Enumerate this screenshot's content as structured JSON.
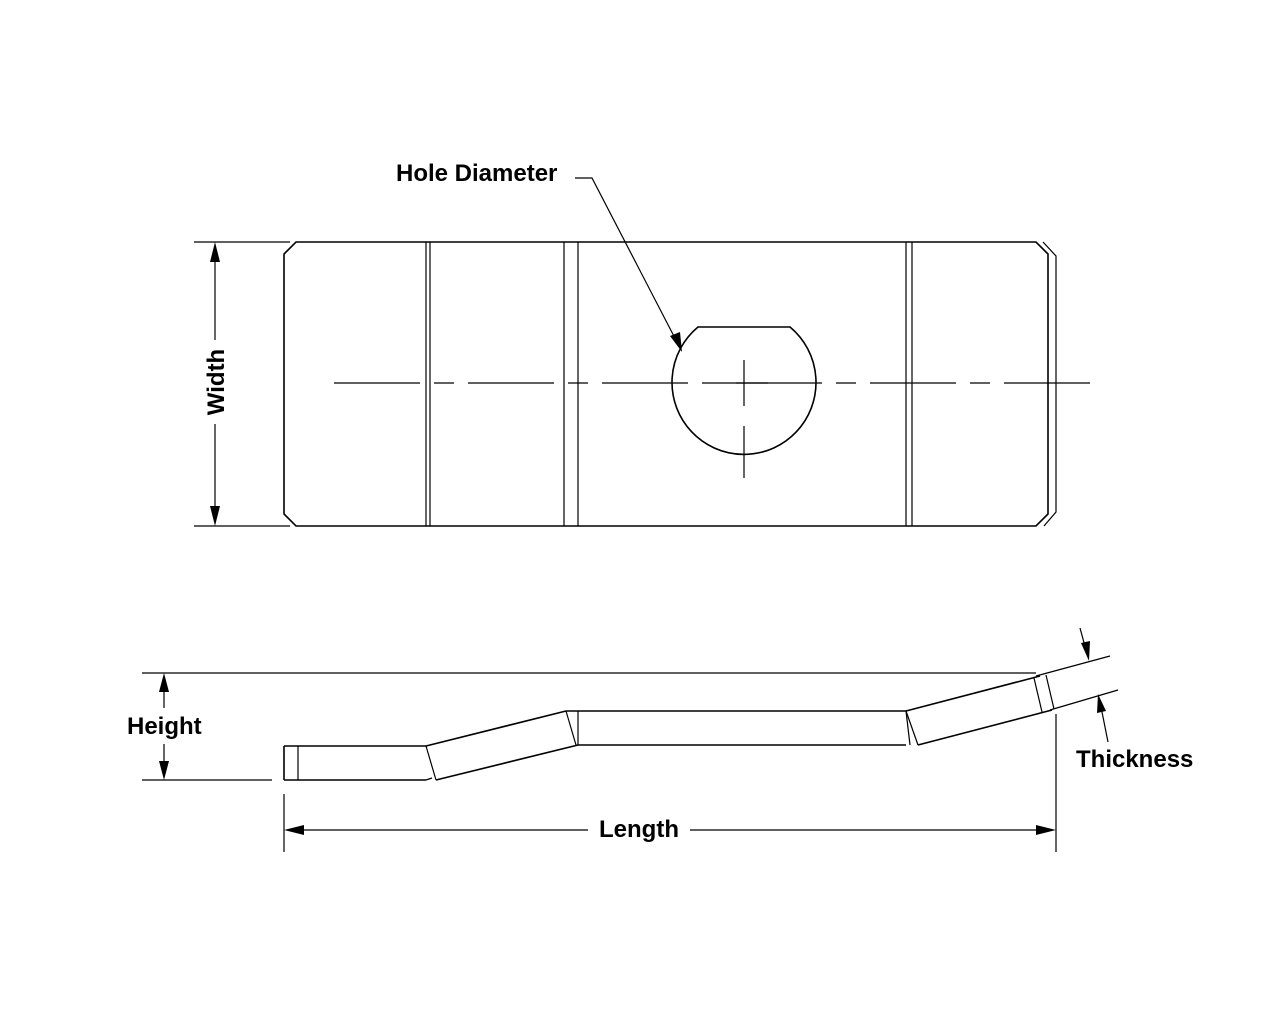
{
  "labels": {
    "hole_diameter": "Hole Diameter",
    "width": "Width",
    "height": "Height",
    "thickness": "Thickness",
    "length": "Length"
  }
}
